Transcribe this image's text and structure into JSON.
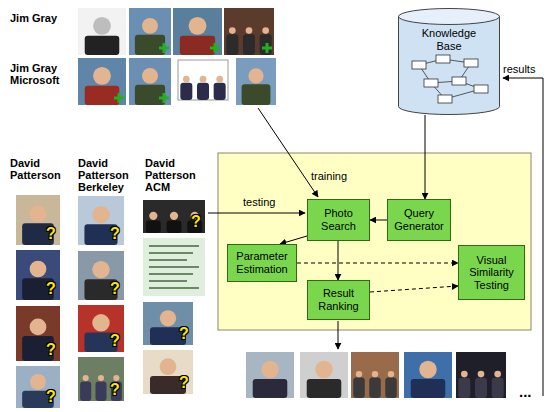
{
  "diagram": {
    "nodes": [
      {
        "text": [
          "Knowledge Base"
        ]
      },
      {
        "text": [
          "Photo Search"
        ]
      },
      {
        "text": [
          "Query Generator"
        ]
      },
      {
        "text": [
          "Parameter Estimation"
        ]
      },
      {
        "text": [
          "Visual Similarity Testing"
        ]
      },
      {
        "text": [
          "Result Ranking"
        ]
      }
    ],
    "edges": [
      {
        "from": 0,
        "to": 2,
        "arrow": "to"
      },
      {
        "from": 2,
        "to": 1,
        "arrow": "to"
      },
      {
        "from": 1,
        "to": 3,
        "arrow": "to"
      },
      {
        "from": 1,
        "to": 5,
        "arrow": "to"
      },
      {
        "from": 3,
        "to": 4,
        "arrow": "to"
      },
      {
        "from": 5,
        "to": 4,
        "arrow": "to"
      }
    ],
    "labels": [
      "Jim Gray",
      "Jim Gray Microsoft",
      "David Patterson",
      "David Patterson Berkeley",
      "David Patterson ACM",
      "training",
      "testing",
      "results",
      "?",
      "?",
      "?",
      "?",
      "?",
      "?",
      "?",
      "?",
      "?",
      "?",
      "?",
      "..."
    ]
  }
}
